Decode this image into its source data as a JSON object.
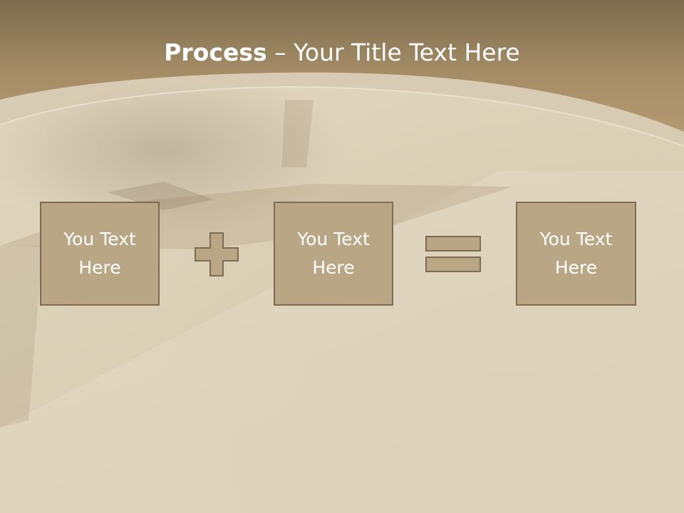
{
  "title": {
    "bold": "Process",
    "rest": " – Your Title Text Here"
  },
  "boxes": [
    {
      "text": "You Text Here"
    },
    {
      "text": "You Text Here"
    },
    {
      "text": "You Text Here"
    }
  ],
  "operators": [
    "plus",
    "equals"
  ],
  "colors": {
    "header": "#a88f69",
    "box_fill": "#b9a685",
    "box_border": "#7e6c52",
    "text": "#ffffff",
    "background": "#ddd2b9"
  }
}
